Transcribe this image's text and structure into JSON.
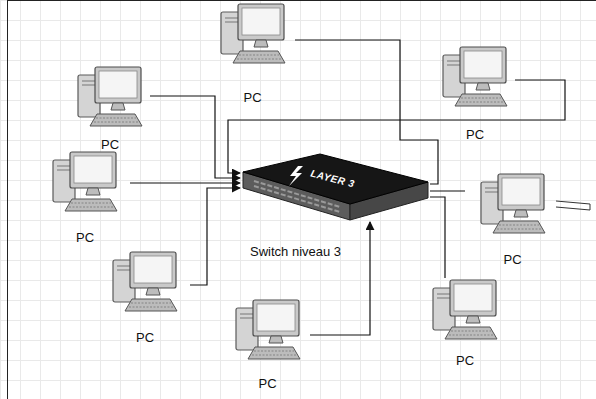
{
  "diagram": {
    "nodes": [
      {
        "text": [
          "LAYER 3",
          "Switch niveau 3"
        ]
      },
      {
        "text": [
          "PC"
        ]
      },
      {
        "text": [
          "PC"
        ]
      },
      {
        "text": [
          "PC"
        ]
      },
      {
        "text": [
          "PC"
        ]
      },
      {
        "text": [
          "PC"
        ]
      },
      {
        "text": [
          "PC"
        ]
      },
      {
        "text": [
          "PC"
        ]
      },
      {
        "text": [
          "PC"
        ]
      }
    ],
    "edges": [
      {
        "from": 1,
        "to": 0,
        "arrow": "to"
      },
      {
        "from": 2,
        "to": 0,
        "arrow": "none"
      },
      {
        "from": 3,
        "to": 0,
        "arrow": "to"
      },
      {
        "from": 4,
        "to": 0,
        "arrow": "to"
      },
      {
        "from": 5,
        "to": 0,
        "arrow": "to"
      },
      {
        "from": 6,
        "to": 0,
        "arrow": "to"
      },
      {
        "from": 7,
        "to": 0,
        "arrow": "none"
      },
      {
        "from": 8,
        "to": 0,
        "arrow": "none"
      }
    ]
  }
}
